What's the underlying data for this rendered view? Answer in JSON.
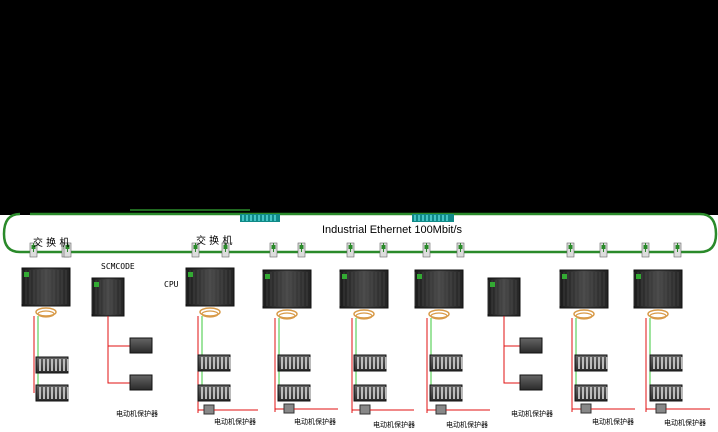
{
  "network": {
    "label": "Industrial Ethernet 100Mbit/s"
  },
  "labels": {
    "switch_1": "交 换 机",
    "switch_2": "交 换 机",
    "scmcode": "SCMCODE",
    "cpu": "CPU"
  },
  "protector_label": "电动机保护器",
  "colors": {
    "background": "#000000",
    "panel": "#ffffff",
    "ring": "#2a8a2a",
    "signal_green": "#3cc83c",
    "signal_red": "#e01010",
    "orange_cable": "#d89a48",
    "switch_teal": "#20b0a8"
  }
}
